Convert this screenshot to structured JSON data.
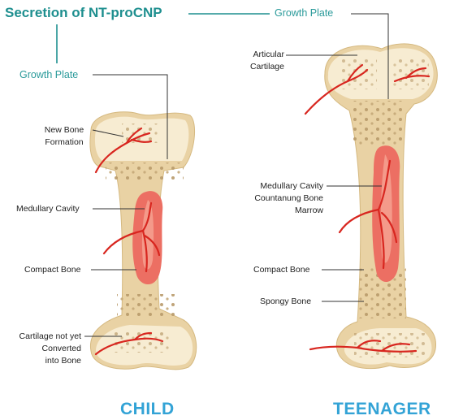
{
  "title": "Secretion of NT-proCNP",
  "growth_plate_top": "Growth Plate",
  "child": {
    "growth_plate": "Growth Plate",
    "new_bone_formation": [
      "New Bone",
      "Formation"
    ],
    "medullary_cavity": "Medullary Cavity",
    "compact_bone": "Compact Bone",
    "cartilage_not_converted": [
      "Cartilage not yet",
      "Converted",
      "into Bone"
    ],
    "caption": "CHILD"
  },
  "teenager": {
    "articular_cartilage": [
      "Articular",
      "Cartilage"
    ],
    "medullary_cavity": [
      "Medullary Cavity",
      "Countanung Bone",
      "Marrow"
    ],
    "compact_bone": "Compact Bone",
    "spongy_bone": "Spongy Bone",
    "caption": "TEENAGER"
  },
  "colors": {
    "teal": "#1e8f8f",
    "caption_blue": "#33a3d6",
    "bone": "#e9d2a4",
    "cartilage": "#f7ecd2",
    "marrow": "#ec6f63",
    "vessel": "#d8261f"
  }
}
